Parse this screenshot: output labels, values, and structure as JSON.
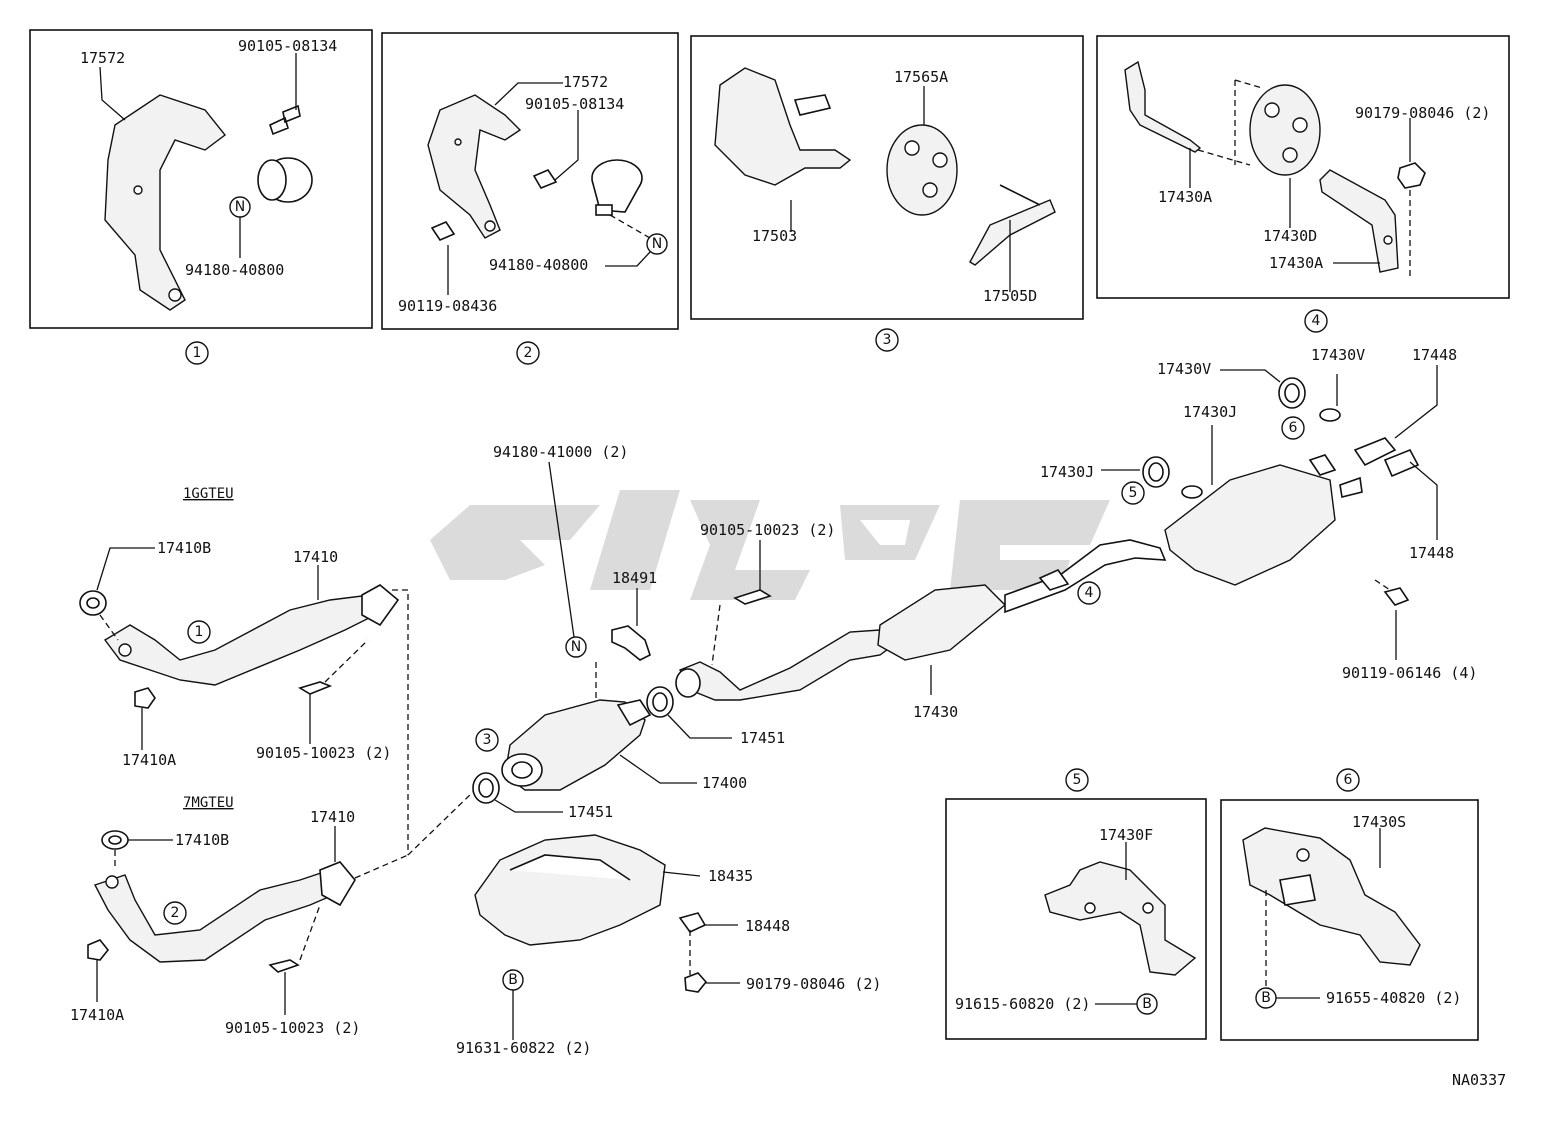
{
  "drawing_code": "NA0337",
  "engine_labels": {
    "g1": "1GGTEU",
    "g2": "7MGTEU"
  },
  "detail_numbers": {
    "d1": "1",
    "d2": "2",
    "d3": "3",
    "d4": "4",
    "d5": "5",
    "d6": "6"
  },
  "marker_letters": {
    "n": "N",
    "b": "B"
  },
  "parts": {
    "b1_17572": "17572",
    "b1_90105_08134": "90105-08134",
    "b1_94180_40800": "94180-40800",
    "b2_17572": "17572",
    "b2_90105_08134": "90105-08134",
    "b2_94180_40800": "94180-40800",
    "b2_90119_08436": "90119-08436",
    "b3_17503": "17503",
    "b3_17565A": "17565A",
    "b3_17505D": "17505D",
    "b4_17430A_left": "17430A",
    "b4_17430D": "17430D",
    "b4_17430A_right": "17430A",
    "b4_90179_08046": "90179-08046 (2)",
    "m_17430V_left": "17430V",
    "m_17430V_right": "17430V",
    "m_17448_top": "17448",
    "m_17448_bottom": "17448",
    "m_17430J_upper": "17430J",
    "m_17430J_lower": "17430J",
    "m_94180_41000": "94180-41000 (2)",
    "m_90105_10023_center": "90105-10023 (2)",
    "m_18491": "18491",
    "m_17410B_upper": "17410B",
    "m_17410_upper": "17410",
    "m_17410A_upper": "17410A",
    "m_90105_10023_upper": "90105-10023 (2)",
    "m_17451_right": "17451",
    "m_17451_left": "17451",
    "m_17400": "17400",
    "m_17430": "17430",
    "m_90119_06146": "90119-06146 (4)",
    "m_17410B_lower": "17410B",
    "m_17410_lower": "17410",
    "m_17410A_lower": "17410A",
    "m_90105_10023_lower": "90105-10023 (2)",
    "m_18435": "18435",
    "m_18448": "18448",
    "m_90179_08046": "90179-08046 (2)",
    "m_91631_60822": "91631-60822 (2)",
    "b5_17430F": "17430F",
    "b5_91615_60820": "91615-60820 (2)",
    "b6_17430S": "17430S",
    "b6_91655_40820": "91655-40820 (2)"
  }
}
